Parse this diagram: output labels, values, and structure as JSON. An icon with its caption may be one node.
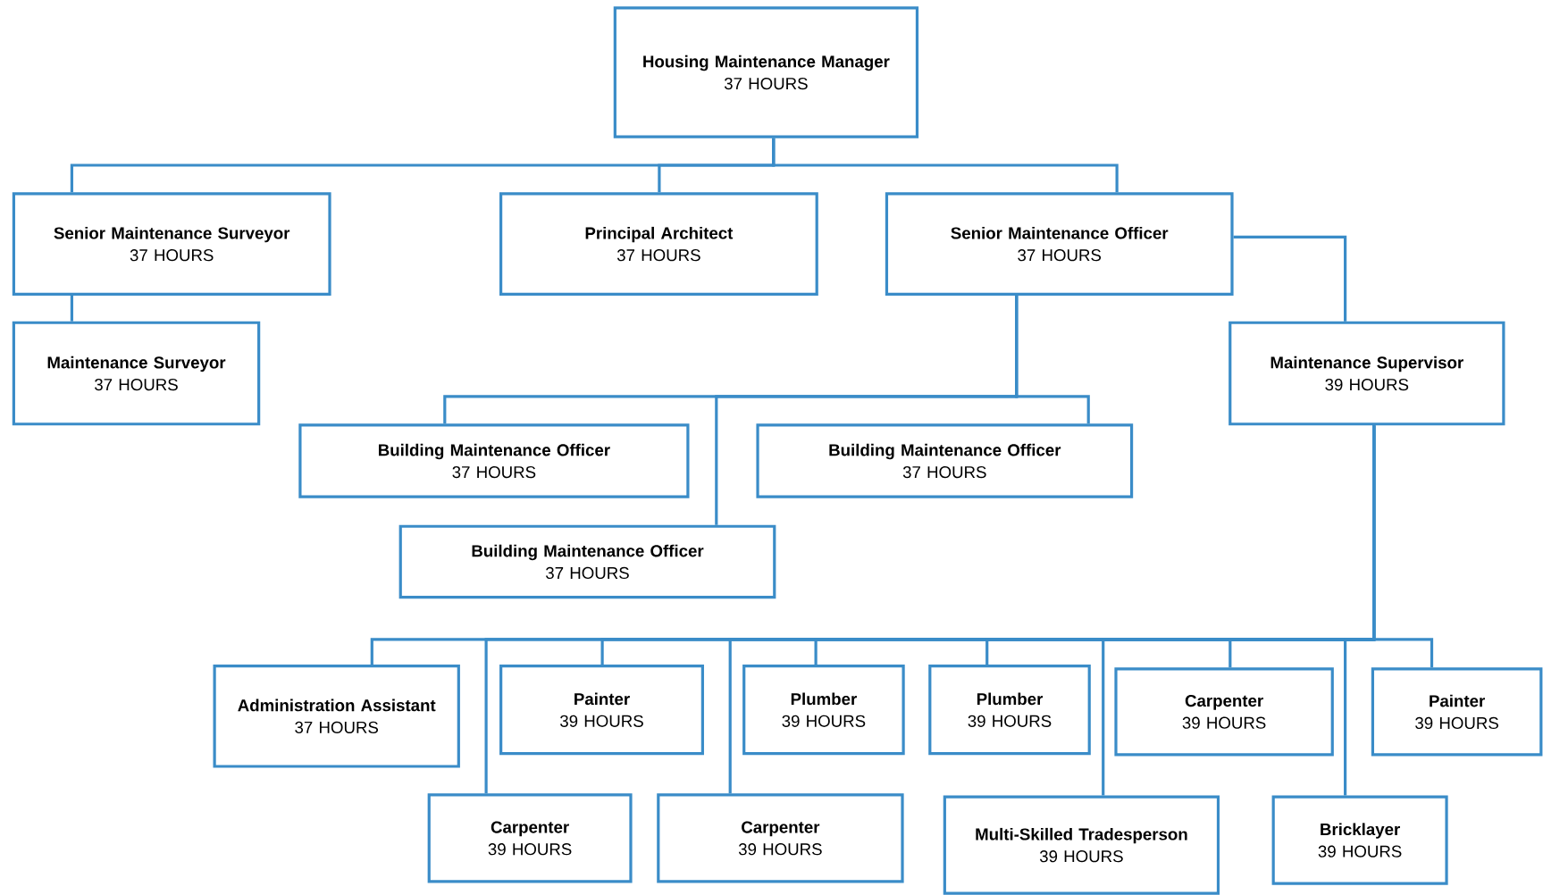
{
  "diagram": {
    "nodes": [
      {
        "text": [
          "Housing Maintenance Manager",
          "37 HOURS"
        ]
      },
      {
        "text": [
          "Senior Maintenance Surveyor",
          "37 HOURS"
        ]
      },
      {
        "text": [
          "Maintenance Surveyor",
          "37 HOURS"
        ]
      },
      {
        "text": [
          "Principal Architect",
          "37 HOURS"
        ]
      },
      {
        "text": [
          "Senior Maintenance Officer",
          "37 HOURS"
        ]
      },
      {
        "text": [
          "Maintenance Supervisor",
          "39 HOURS"
        ]
      },
      {
        "text": [
          "Building Maintenance Officer",
          "37 HOURS"
        ]
      },
      {
        "text": [
          "Building Maintenance Officer",
          "37 HOURS"
        ]
      },
      {
        "text": [
          "Building Maintenance Officer",
          "37 HOURS"
        ]
      },
      {
        "text": [
          "Administration Assistant",
          "37 HOURS"
        ]
      },
      {
        "text": [
          "Painter",
          "39 HOURS"
        ]
      },
      {
        "text": [
          "Plumber",
          "39 HOURS"
        ]
      },
      {
        "text": [
          "Plumber",
          "39 HOURS"
        ]
      },
      {
        "text": [
          "Carpenter",
          "39 HOURS"
        ]
      },
      {
        "text": [
          "Painter",
          "39 HOURS"
        ]
      },
      {
        "text": [
          "Carpenter",
          "39 HOURS"
        ]
      },
      {
        "text": [
          "Carpenter",
          "39 HOURS"
        ]
      },
      {
        "text": [
          "Multi-Skilled Tradesperson",
          "39 HOURS"
        ]
      },
      {
        "text": [
          "Bricklayer",
          "39 HOURS"
        ]
      }
    ],
    "edges": [
      {
        "from": 0,
        "to": 1,
        "arrow": "none"
      },
      {
        "from": 0,
        "to": 3,
        "arrow": "none"
      },
      {
        "from": 0,
        "to": 4,
        "arrow": "none"
      },
      {
        "from": 1,
        "to": 2,
        "arrow": "none"
      },
      {
        "from": 4,
        "to": 5,
        "arrow": "none"
      },
      {
        "from": 4,
        "to": 6,
        "arrow": "none"
      },
      {
        "from": 4,
        "to": 7,
        "arrow": "none"
      },
      {
        "from": 4,
        "to": 8,
        "arrow": "none"
      },
      {
        "from": 5,
        "to": 9,
        "arrow": "none"
      },
      {
        "from": 5,
        "to": 15,
        "arrow": "none"
      },
      {
        "from": 5,
        "to": 10,
        "arrow": "none"
      },
      {
        "from": 5,
        "to": 16,
        "arrow": "none"
      },
      {
        "from": 5,
        "to": 11,
        "arrow": "none"
      },
      {
        "from": 5,
        "to": 12,
        "arrow": "none"
      },
      {
        "from": 5,
        "to": 17,
        "arrow": "none"
      },
      {
        "from": 5,
        "to": 13,
        "arrow": "none"
      },
      {
        "from": 5,
        "to": 18,
        "arrow": "none"
      },
      {
        "from": 5,
        "to": 14,
        "arrow": "none"
      }
    ]
  }
}
